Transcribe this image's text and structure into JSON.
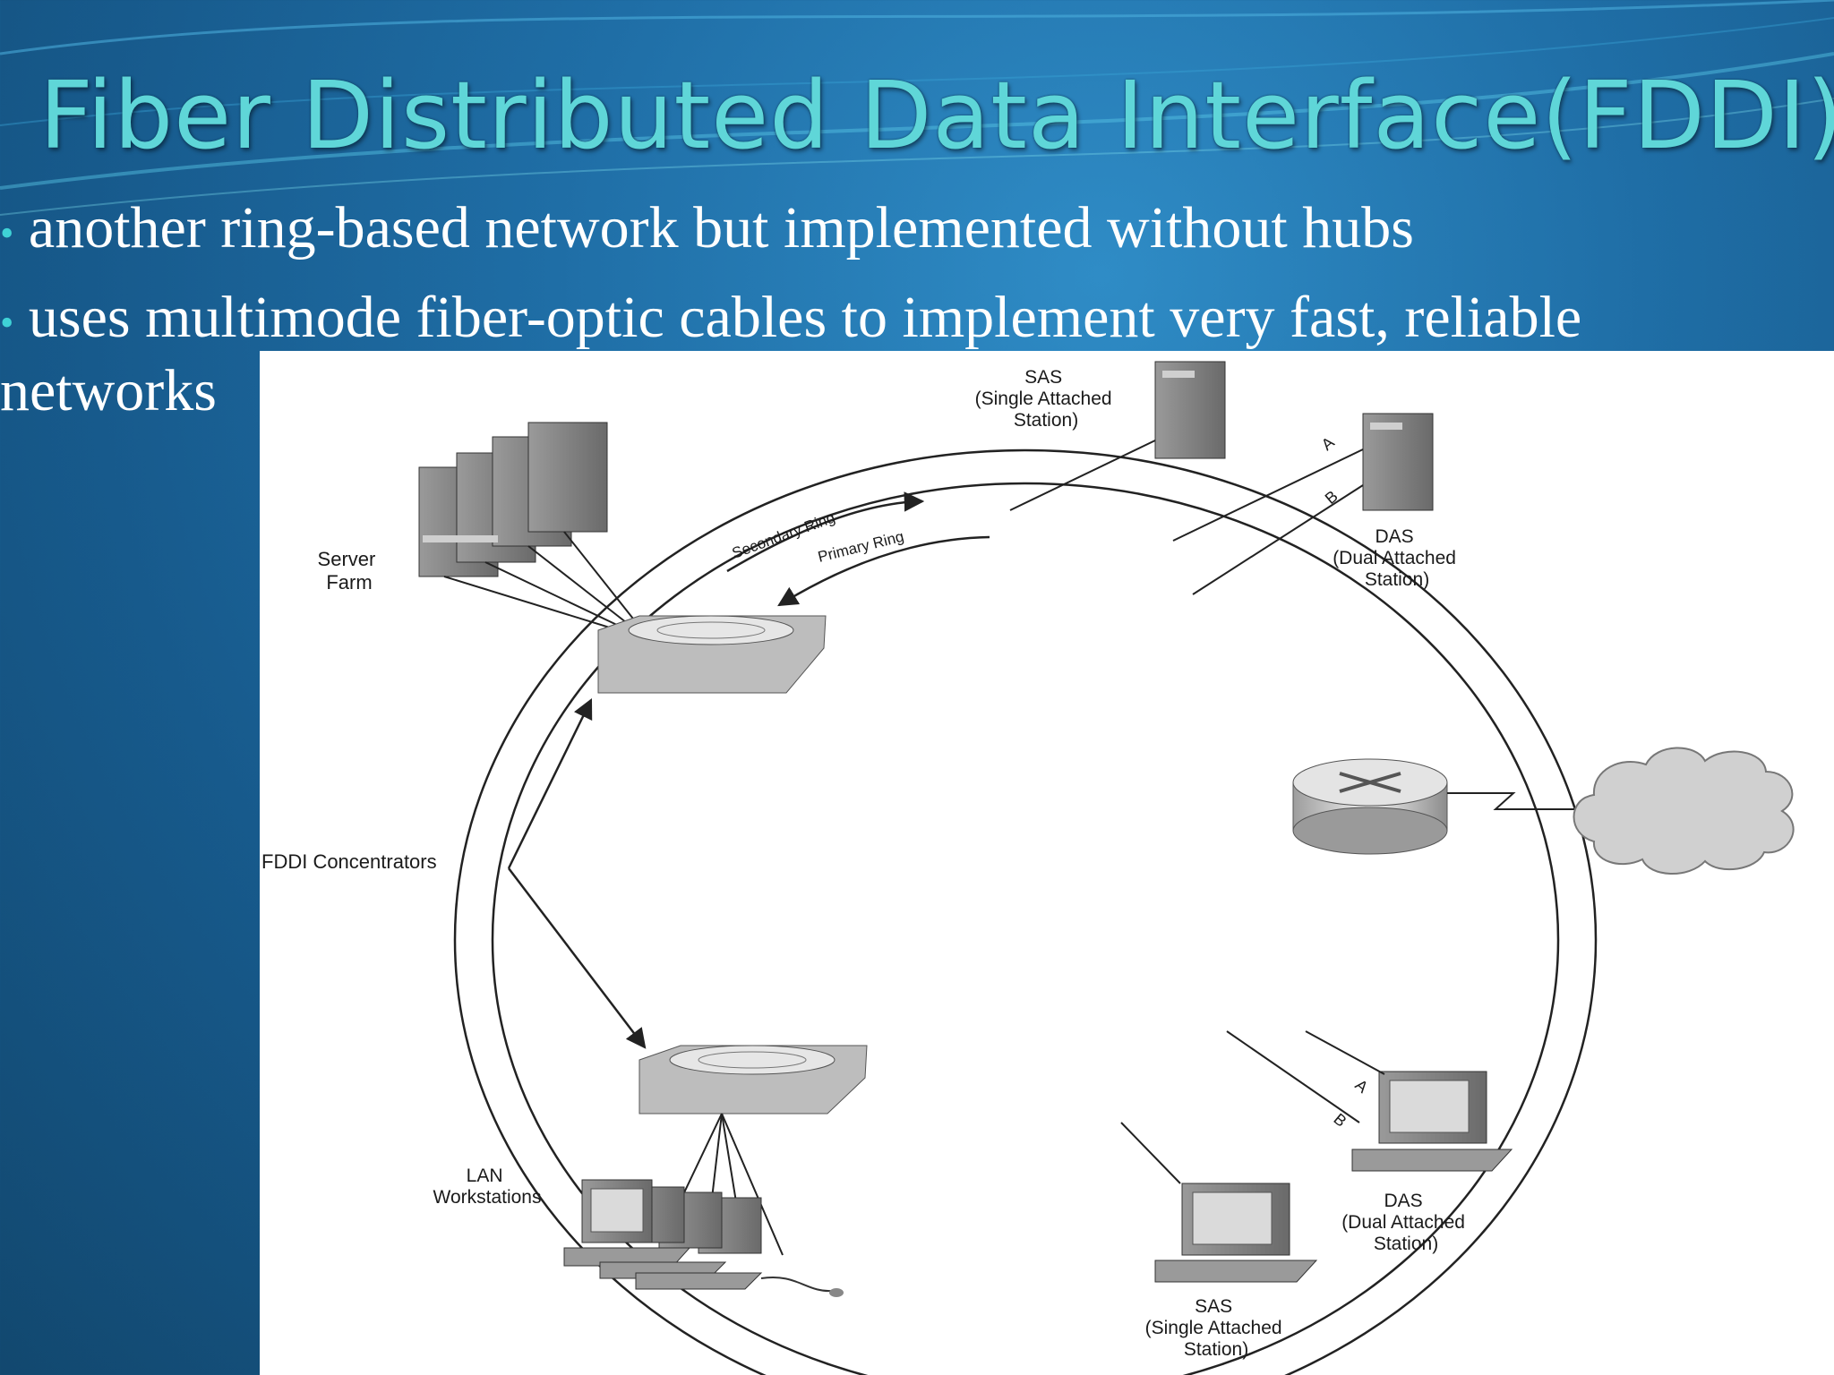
{
  "slide": {
    "title": "Fiber Distributed Data Interface(FDDI)",
    "bullets": [
      "another ring-based network but implemented without hubs",
      "uses multimode fiber-optic cables to implement very fast, reliable"
    ],
    "bullet_continuation": "networks"
  },
  "diagram": {
    "labels": {
      "sas_top": [
        "SAS",
        "(Single Attached",
        "Station)"
      ],
      "das_top": [
        "DAS",
        "(Dual Attached",
        "Station)"
      ],
      "das_bottom": [
        "DAS",
        "(Dual Attached",
        "Station)"
      ],
      "sas_bottom": [
        "SAS",
        "(Single Attached",
        "Station)"
      ],
      "server_farm": [
        "Server",
        "Farm"
      ],
      "lan_workstations": [
        "LAN",
        "Workstations"
      ],
      "concentrators": "FDDI Concentrators",
      "secondary_ring": "Secondary Ring",
      "primary_ring": "Primary Ring",
      "port_a_top": "A",
      "port_b_top": "B",
      "port_a_bottom": "A",
      "port_b_bottom": "B"
    }
  },
  "colors": {
    "title": "#5fd6d8",
    "bullet_dot": "#3fd2d6",
    "background": "#1f6ea6"
  }
}
